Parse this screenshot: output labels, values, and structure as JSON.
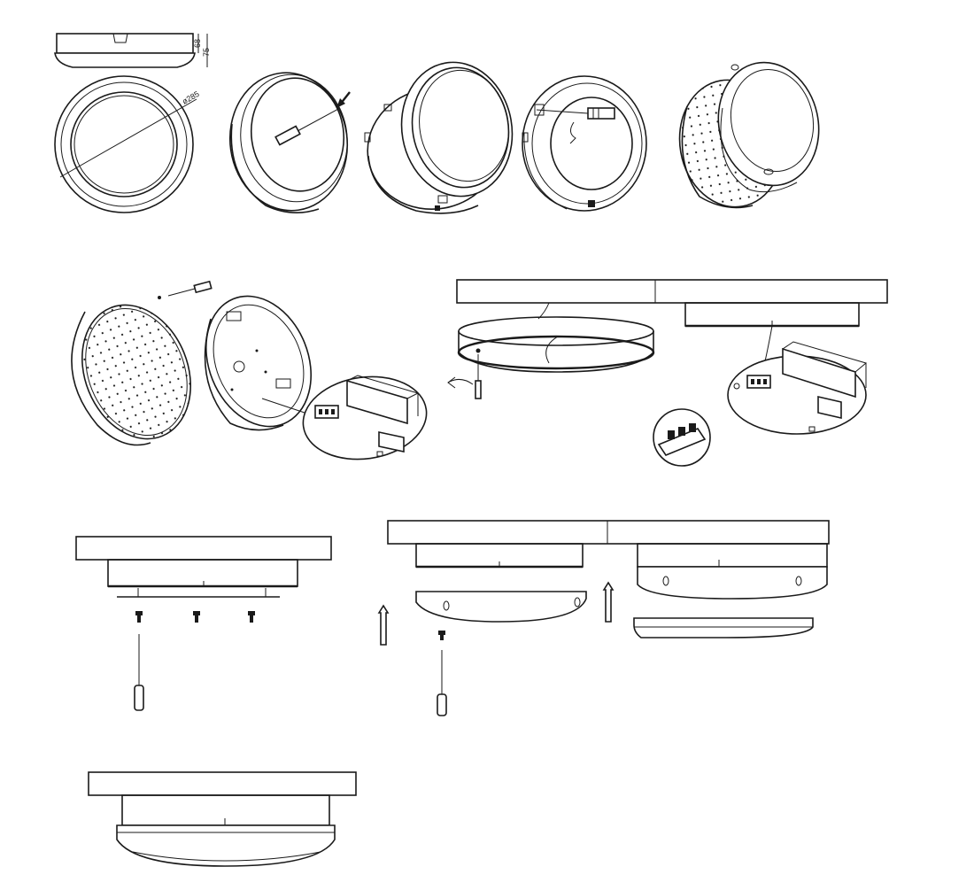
{
  "figure": {
    "ink_color": "#1a1a1a",
    "paper_color": "#ffffff"
  },
  "dimensions": {
    "diameter": "ø285",
    "height_outer": "75",
    "height_inner": "68"
  },
  "steps": [
    {
      "id": "step-1-dimensions",
      "icons": [
        "side-view",
        "top-view"
      ]
    },
    {
      "id": "step-2-open-cover",
      "icons": [
        "screwdriver-icon",
        "arrow-icon"
      ]
    },
    {
      "id": "step-3-remove-ring",
      "icons": [
        "ring-icon"
      ]
    },
    {
      "id": "step-4-unscrew-cover",
      "icons": [
        "screwdriver-icon"
      ]
    },
    {
      "id": "step-5-remove-diffuser",
      "icons": [
        "diffuser-icon"
      ]
    },
    {
      "id": "step-6-open-driver",
      "icons": [
        "led-board-icon",
        "driver-box-icon",
        "screwdriver-icon"
      ]
    },
    {
      "id": "step-7-mount-base-wiring",
      "icons": [
        "wall-icon",
        "terminal-block-icon"
      ]
    },
    {
      "id": "step-8-fix-screws",
      "icons": [
        "wall-icon",
        "screw-icon",
        "screwdriver-icon"
      ]
    },
    {
      "id": "step-9-attach-cover",
      "icons": [
        "wall-icon",
        "up-arrow-icon"
      ]
    },
    {
      "id": "step-10-finished",
      "icons": [
        "wall-icon",
        "fixture-icon"
      ]
    }
  ]
}
